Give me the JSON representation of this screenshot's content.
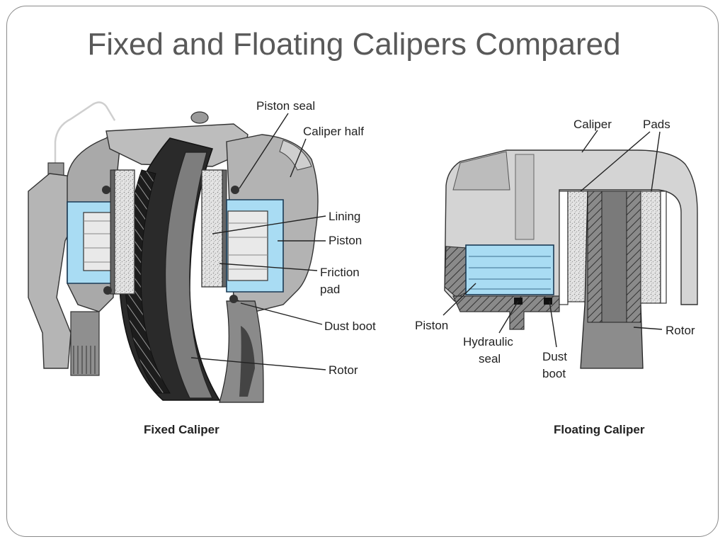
{
  "slide": {
    "title": "Fixed and Floating Calipers Compared"
  },
  "fixed_caliper": {
    "caption": "Fixed Caliper",
    "labels": {
      "piston_seal": "Piston seal",
      "caliper_half": "Caliper half",
      "lining": "Lining",
      "piston": "Piston",
      "friction_pad_line1": "Friction",
      "friction_pad_line2": "pad",
      "dust_boot": "Dust boot",
      "rotor": "Rotor"
    }
  },
  "floating_caliper": {
    "caption": "Floating Caliper",
    "labels": {
      "caliper": "Caliper",
      "pads": "Pads",
      "piston": "Piston",
      "hydraulic_seal_line1": "Hydraulic",
      "hydraulic_seal_line2": "seal",
      "dust_boot_line1": "Dust",
      "dust_boot_line2": "boot",
      "rotor": "Rotor"
    }
  },
  "colors": {
    "fluid_blue": "#a9dcf3",
    "metal_gray": "#b9b9b9",
    "dark_gray": "#6f6f6f",
    "pad_speckle": "#d8d8d8"
  }
}
